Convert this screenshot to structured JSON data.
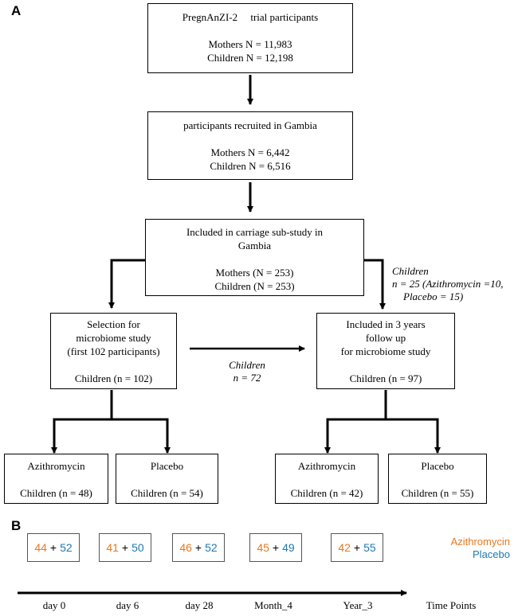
{
  "panels": {
    "a": "A",
    "b": "B"
  },
  "colors": {
    "azithromycin": "#e87722",
    "placebo": "#1f78b4",
    "line": "#000000"
  },
  "flow": {
    "trial": {
      "title": "PregnAnZI-2     trial participants",
      "mothers": "Mothers N = 11,983",
      "children": "Children N = 12,198"
    },
    "gambia": {
      "title": "participants recruited in Gambia",
      "mothers": "Mothers N = 6,442",
      "children": "Children N = 6,516"
    },
    "carriage": {
      "title_1": "Included in carriage sub-study in",
      "title_2": "Gambia",
      "mothers": "Mothers (N = 253)",
      "children": "Children (N = 253)"
    },
    "selection": {
      "line_1": "Selection for",
      "line_2": "microbiome study",
      "line_3": "(first 102 participants)",
      "children": "Children (n = 102)"
    },
    "followup": {
      "line_1": "Included in 3 years",
      "line_2": "follow up",
      "line_3": "for microbiome study",
      "children": "Children (n = 97)"
    },
    "azi_left": {
      "title": "Azithromycin",
      "children": "Children (n = 48)"
    },
    "pla_left": {
      "title": "Placebo",
      "children": "Children (n = 54)"
    },
    "azi_right": {
      "title": "Azithromycin",
      "children": "Children (n = 42)"
    },
    "pla_right": {
      "title": "Placebo",
      "children": "Children (n = 55)"
    },
    "note_right": {
      "line_1": "Children",
      "line_2": "n = 25 (Azithromycin =10,",
      "line_3": "Placebo = 15)"
    },
    "note_mid": {
      "line_1": "Children",
      "line_2": "n = 72"
    }
  },
  "timeline": {
    "points": [
      {
        "azi": "44",
        "plus": "+",
        "pla": "52",
        "label": "day 0"
      },
      {
        "azi": "41",
        "plus": "+",
        "pla": "50",
        "label": "day 6"
      },
      {
        "azi": "46",
        "plus": "+",
        "pla": "52",
        "label": "day 28"
      },
      {
        "azi": "45",
        "plus": "+",
        "pla": "49",
        "label": "Month_4"
      },
      {
        "azi": "42",
        "plus": "+",
        "pla": "55",
        "label": "Year_3"
      }
    ],
    "axis_label": "Time Points",
    "legend": {
      "azithromycin": "Azithromycin",
      "placebo": "Placebo"
    }
  }
}
